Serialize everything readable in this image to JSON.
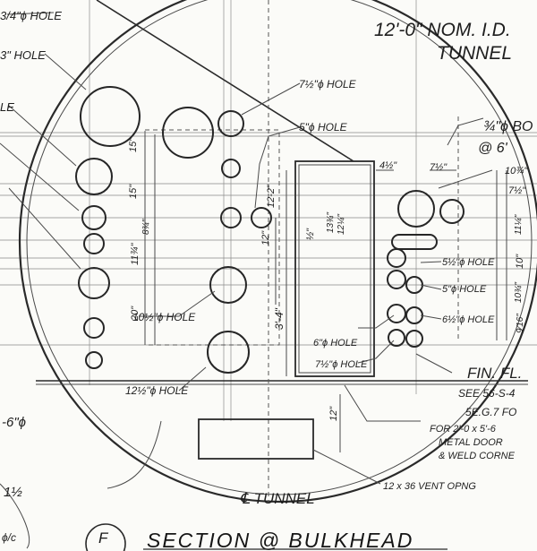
{
  "labels": {
    "top_left_hole": "3/4\"ϕ HOLE",
    "left_hole_2": "3\" HOLE",
    "left_hole_3": "LE",
    "tunnel_dia": "12'-0\" NOM. I.D.",
    "tunnel_word": "TUNNEL",
    "hole_7_5": "7½\"ϕ HOLE",
    "hole_5": "5\"ϕ HOLE",
    "bolt": "¾\"ϕ BO",
    "bolt_spacing": "@ 6'",
    "hole_10_5": "10½\"ϕ HOLE",
    "hole_12_5": "12½\"ϕ HOLE",
    "hole_6": "6\"ϕ HOLE",
    "hole_7_5b": "7½\"ϕ HOLE",
    "hole_5_5a": "5½\"ϕ HOLE",
    "hole_5b": "5\"ϕ HOLE",
    "hole_6_5": "6½\"ϕ HOLE",
    "fin_fl": "FIN. FL.",
    "see_ref": "SEE 56-S-4",
    "ref_sheet": "5E.G.7 FO",
    "door_1": "FOR 2'-0 x 5'-6",
    "door_2": "METAL DOOR",
    "door_3": "& WELD CORNE",
    "vent": "12 x 36 VENT OPNG",
    "centerline": "℄ TUNNEL",
    "left_dia": "-6\"ϕ",
    "left_frac": "1½",
    "left_bottom": "ϕ/c"
  },
  "dims": {
    "d15a": "15\"",
    "d15b": "15\"",
    "d1134": "11¾\"",
    "d834": "8¾\"",
    "d20": "20\"",
    "d122": "12-2\"",
    "d12": "12\"",
    "d34": "3'-4\"",
    "dhalf": "½\"",
    "d1334": "13¾\"",
    "d1214": "12¼\"",
    "d12b": "12\"",
    "d412": "4½\"",
    "d712": "7½\"",
    "d1034": "10¾\"",
    "d712b": "7½\"",
    "d1114": "11¼\"",
    "d10": "10\"",
    "d1034b": "10¾\"",
    "d916": "9⁄16\""
  },
  "title": {
    "marker": "F",
    "text": "SECTION @ BULKHEAD"
  }
}
